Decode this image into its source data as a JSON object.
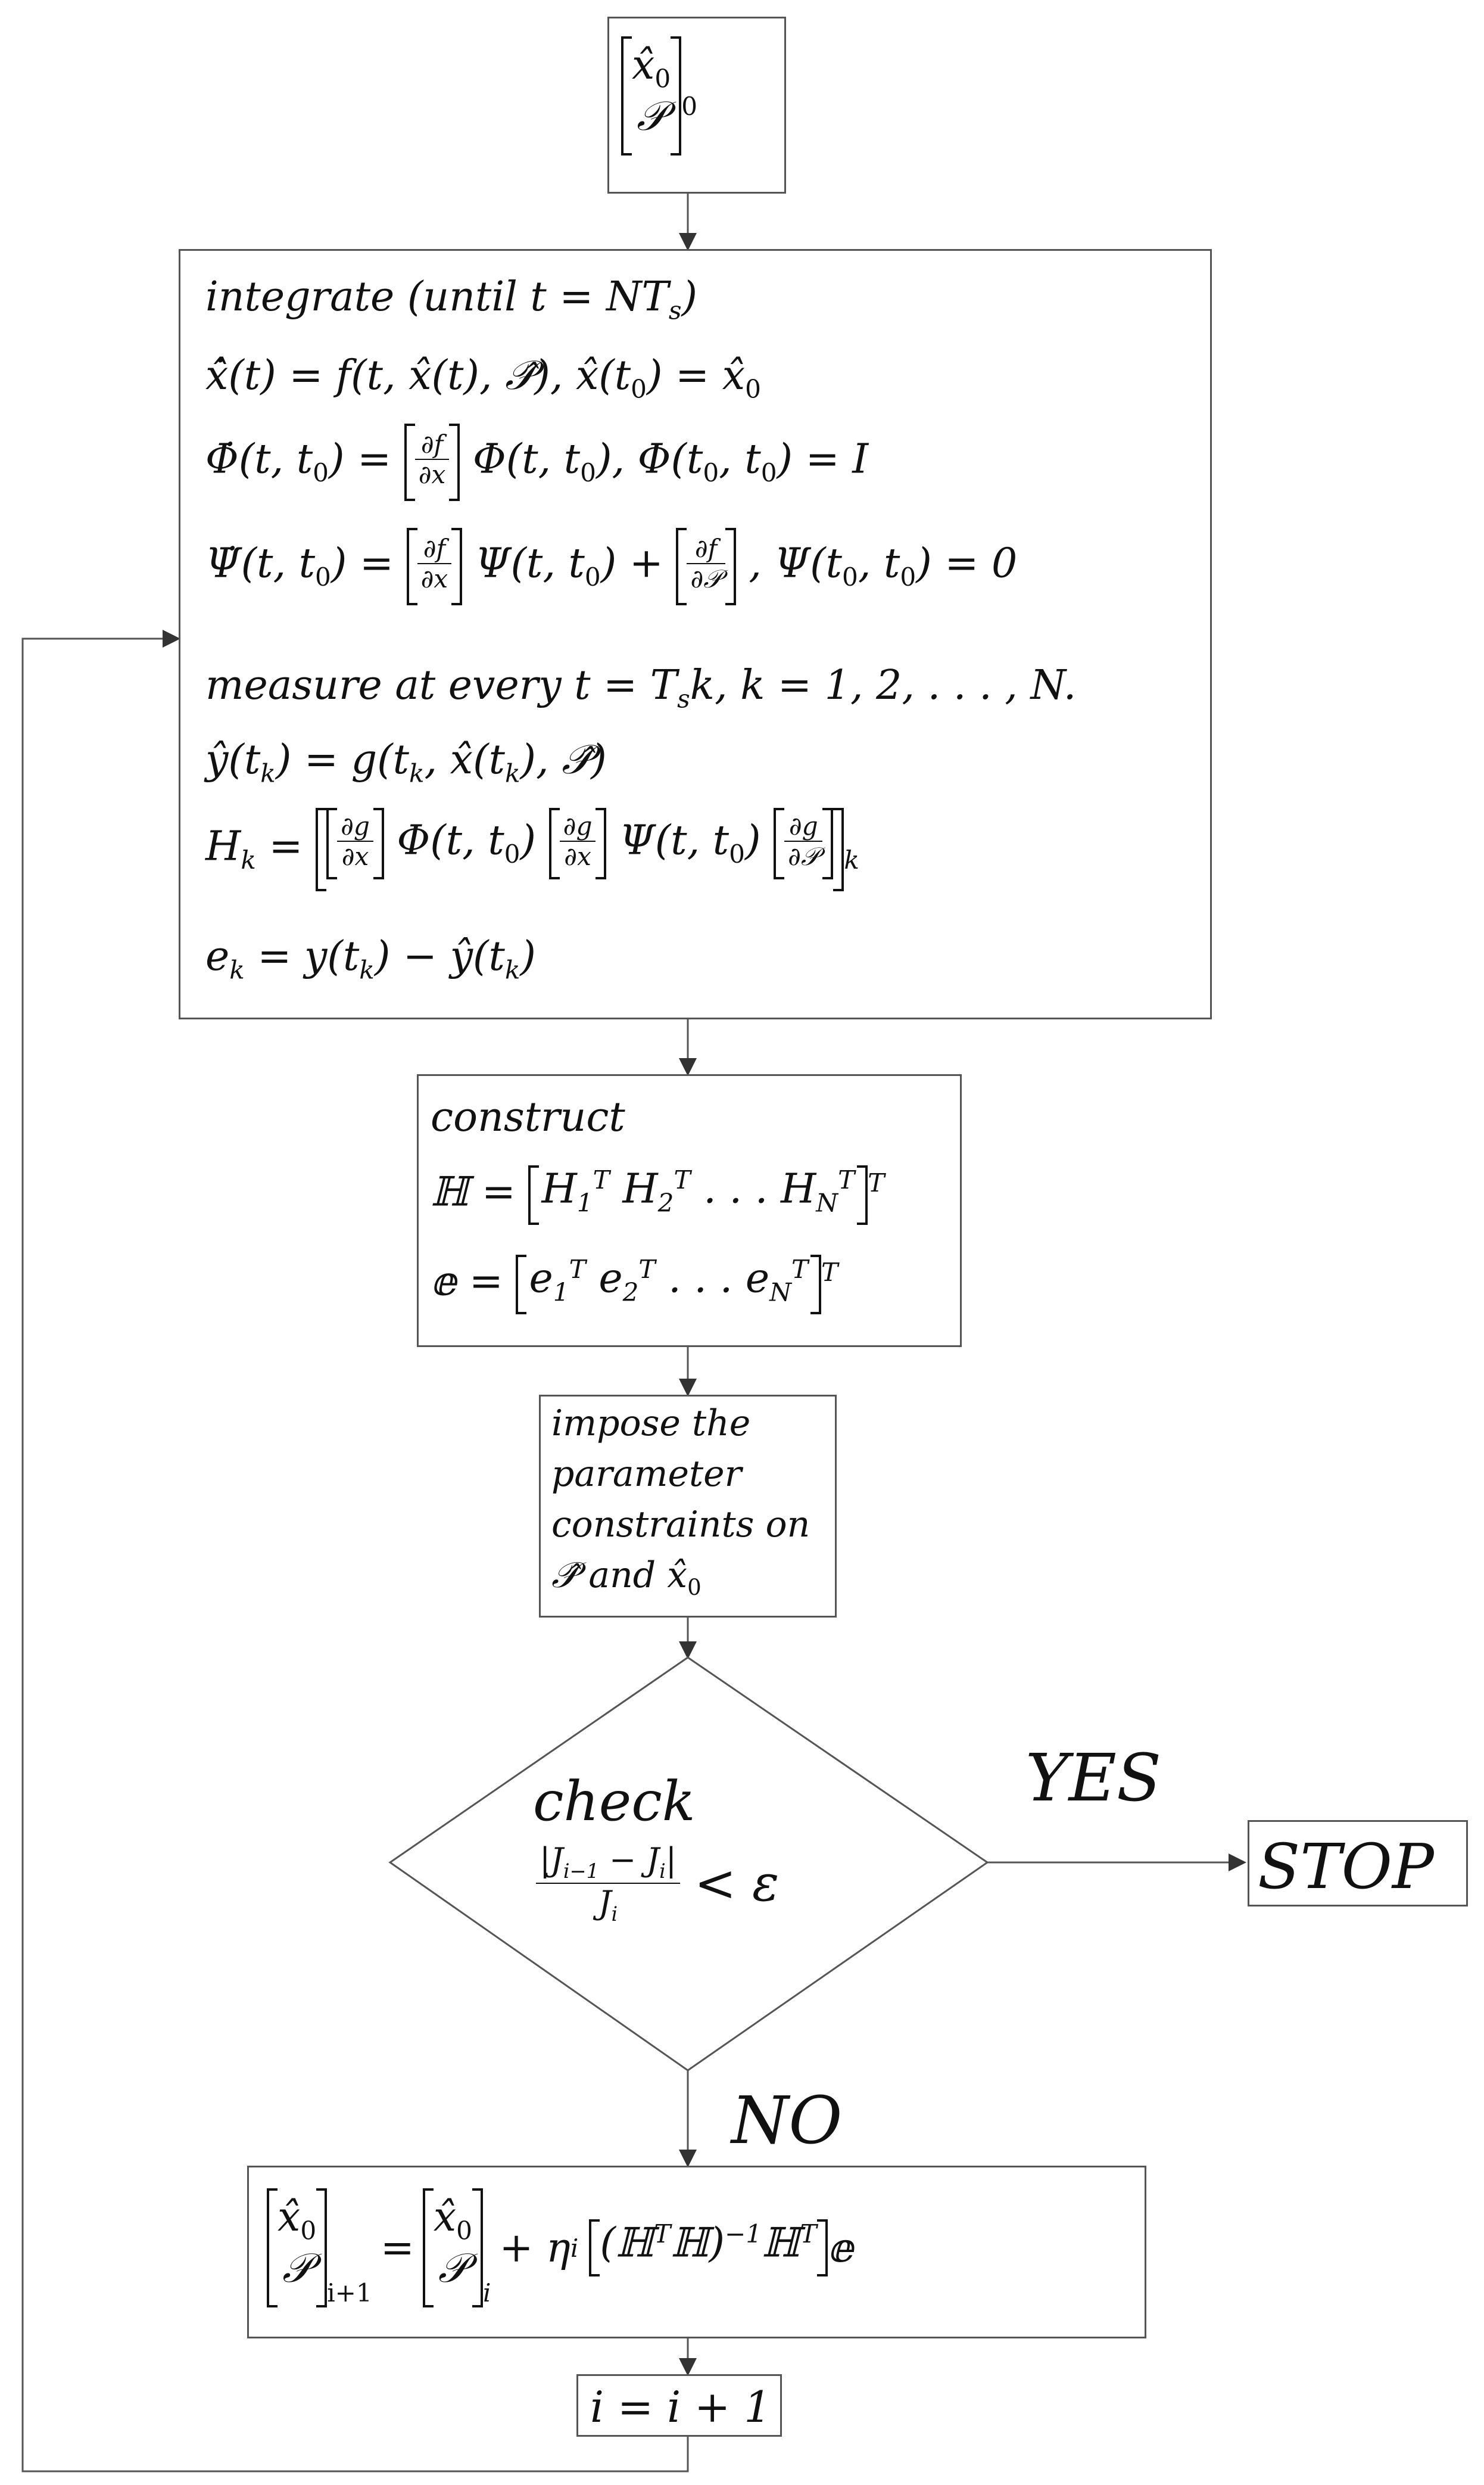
{
  "init_box": {
    "row1": "x̂",
    "row1_sub": "0",
    "row2": "𝒫",
    "outer_sub": "0"
  },
  "integrate_box": {
    "line1": "integrate (until t = NT",
    "line1_sub": "s",
    "line1_end": ")",
    "line2": "x̂̇(t) = f(t, x̂(t), 𝒫̂),  x̂(t",
    "line2_sub": "0",
    "line2_end": ") = x̂",
    "line2_end_sub": "0",
    "line3_a": "Φ̇(t, t",
    "line3_b": ") = ",
    "line3_c": " Φ(t, t",
    "line3_d": "),  Φ(t",
    "line3_e": ", t",
    "line3_f": ") = I",
    "line4_a": "Ψ̇(t, t",
    "line4_b": ") = ",
    "line4_c": " Ψ(t, t",
    "line4_d": ") + ",
    "line4_e": ",  Ψ(t",
    "line4_f": ", t",
    "line4_g": ") = 0",
    "line5": "measure at every t = T",
    "line5_mid": "s",
    "line5_end": "k,  k = 1, 2, . . . , N.",
    "line6_a": "ŷ(t",
    "line6_b": ") = g(t",
    "line6_c": ", x̂(t",
    "line6_d": "), 𝒫̂)",
    "line7_a": "H",
    "line7_b": " = ",
    "line7_c": " Φ(t, t",
    "line7_d": ") ",
    "line7_e": " Ψ(t, t",
    "line7_f": ") ",
    "line8_a": "e",
    "line8_b": " = y(t",
    "line8_c": ") − ŷ(t",
    "line8_d": ")",
    "sub_k": "k",
    "sub_0": "0",
    "df": "∂f",
    "dx": "∂x",
    "dP": "∂𝒫",
    "dg": "∂g"
  },
  "construct_box": {
    "title": "construct",
    "H": "ℍ = ",
    "H_items": [
      "H",
      "H",
      ". . .",
      "H"
    ],
    "H_subs": [
      "1",
      "2",
      "",
      "N"
    ],
    "sup_T": "T",
    "e": "𝕖 = ",
    "e_items": [
      "e",
      "e",
      ". . .",
      "e"
    ]
  },
  "constraints_box": {
    "line1": "impose the",
    "line2": "parameter",
    "line3": "constraints on",
    "line4_a": "𝒫̂ and x̂",
    "line4_sub": "0"
  },
  "decision": {
    "title": "check",
    "num": "|J",
    "num_sub1": "i−1",
    "num_mid": " − J",
    "num_sub2": "i",
    "num_end": "|",
    "den": "J",
    "den_sub": "i",
    "cmp": "< ε"
  },
  "yes_label": "YES",
  "no_label": "NO",
  "stop_label": "STOP",
  "update_box": {
    "x0": "x̂",
    "x0_sub": "0",
    "P": "𝒫",
    "lhs_sub": "i+1",
    "eq": " = ",
    "rhs_sub": "i",
    "plus": " + η",
    "eta_sub": "i",
    "term": "(ℍ",
    "term_b": "ℍ)",
    "term_c": "ℍ",
    "sup_T": "T",
    "sup_inv": "−1",
    "e": " 𝕖"
  },
  "increment_box": {
    "text": "i = i + 1"
  }
}
